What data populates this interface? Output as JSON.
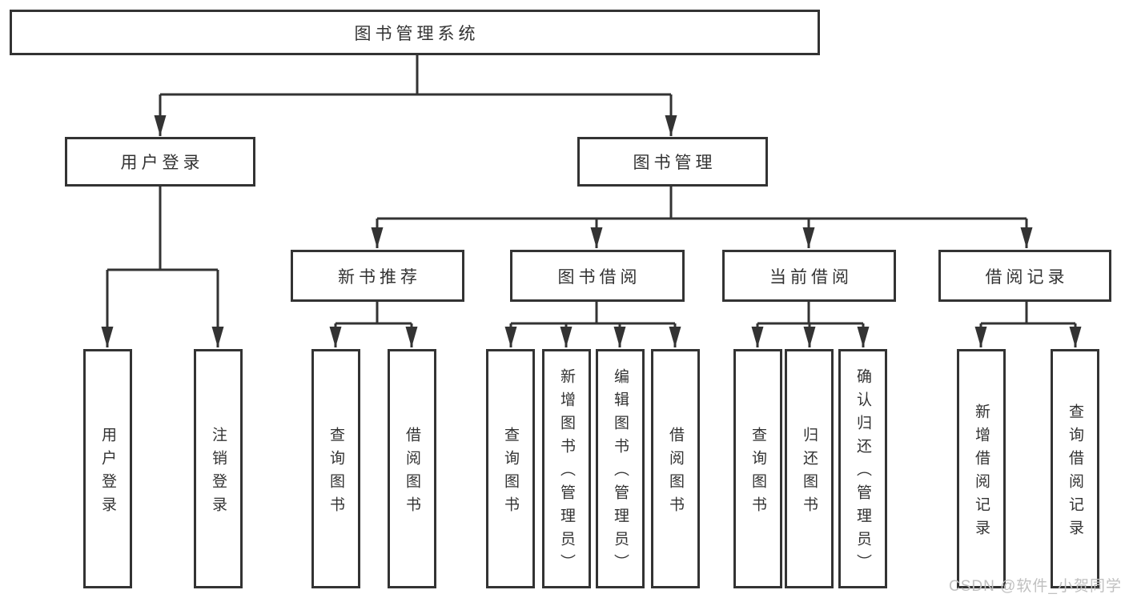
{
  "tree": {
    "label": "图书管理系统",
    "children": [
      {
        "label": "用户登录",
        "children": [
          {
            "label": "用户登录"
          },
          {
            "label": "注销登录"
          }
        ]
      },
      {
        "label": "图书管理",
        "children": [
          {
            "label": "新书推荐",
            "children": [
              {
                "label": "查询图书"
              },
              {
                "label": "借阅图书"
              }
            ]
          },
          {
            "label": "图书借阅",
            "children": [
              {
                "label": "查询图书"
              },
              {
                "label": "新增图书（管理员）"
              },
              {
                "label": "编辑图书（管理员）"
              },
              {
                "label": "借阅图书"
              }
            ]
          },
          {
            "label": "当前借阅",
            "children": [
              {
                "label": "查询图书"
              },
              {
                "label": "归还图书"
              },
              {
                "label": "确认归还（管理员）"
              }
            ]
          },
          {
            "label": "借阅记录",
            "children": [
              {
                "label": "新增借阅记录"
              },
              {
                "label": "查询借阅记录"
              }
            ]
          }
        ]
      }
    ]
  },
  "watermark": "CSDN @软件_小贺同学",
  "colors": {
    "line": "#333333",
    "text": "#333333",
    "background": "#ffffff",
    "watermark": "#c0c0c0"
  }
}
